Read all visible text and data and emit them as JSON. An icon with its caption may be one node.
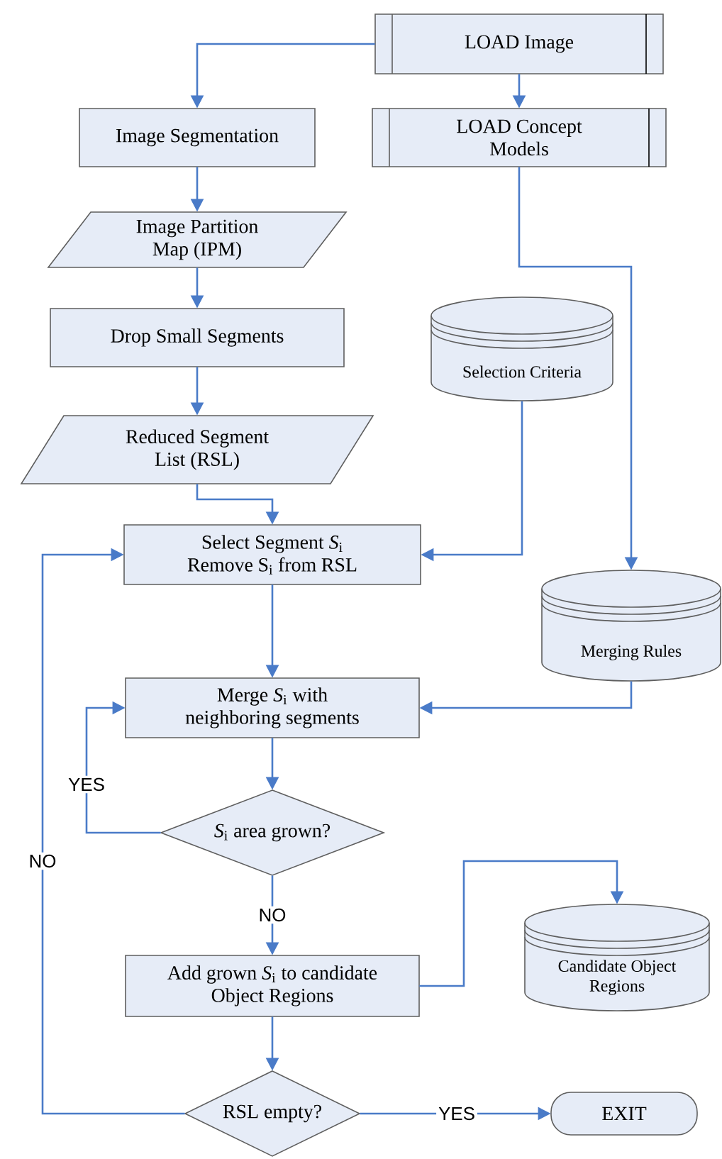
{
  "diagram": {
    "nodes": [
      {
        "text": [
          "LOAD Image"
        ]
      },
      {
        "text": [
          "Image Segmentation"
        ]
      },
      {
        "text": [
          "LOAD Concept Models"
        ]
      },
      {
        "text": [
          "Image Partition Map (IPM)"
        ]
      },
      {
        "text": [
          "Drop Small Segments"
        ]
      },
      {
        "text": [
          "Selection Criteria"
        ]
      },
      {
        "text": [
          "Reduced Segment List (RSL)"
        ]
      },
      {
        "text": [
          "Select Segment *S*$_{i}$ Remove S$_{i}$ from RSL"
        ]
      },
      {
        "text": [
          "Merging Rules"
        ]
      },
      {
        "text": [
          "Merge *S*$_{i}$ with neighboring segments"
        ]
      },
      {
        "text": [
          "*S*$_{i}$ area grown?"
        ]
      },
      {
        "text": [
          "Add grown *S*$_{i}$ to candidate Object Regions"
        ]
      },
      {
        "text": [
          "Candidate Object Regions"
        ]
      },
      {
        "text": [
          "RSL empty?"
        ]
      },
      {
        "text": [
          "EXIT"
        ]
      }
    ],
    "edges": [
      {
        "from": 0,
        "to": 1,
        "arrow": "to"
      },
      {
        "from": 0,
        "to": 2,
        "arrow": "to"
      },
      {
        "from": 1,
        "to": 3,
        "arrow": "to"
      },
      {
        "from": 3,
        "to": 4,
        "arrow": "to"
      },
      {
        "from": 4,
        "to": 6,
        "arrow": "to"
      },
      {
        "from": 6,
        "to": 7,
        "arrow": "to"
      },
      {
        "from": 5,
        "to": 7,
        "arrow": "to"
      },
      {
        "from": 2,
        "to": 8,
        "arrow": "to"
      },
      {
        "from": 7,
        "to": 9,
        "arrow": "to"
      },
      {
        "from": 8,
        "to": 9,
        "arrow": "to"
      },
      {
        "from": 9,
        "to": 10,
        "arrow": "to"
      },
      {
        "from": 10,
        "to": 9,
        "arrow": "to",
        "label": "YES"
      },
      {
        "from": 10,
        "to": 11,
        "arrow": "to",
        "label": "NO"
      },
      {
        "from": 11,
        "to": 12,
        "arrow": "to"
      },
      {
        "from": 11,
        "to": 13,
        "arrow": "to"
      },
      {
        "from": 13,
        "to": 7,
        "arrow": "to",
        "label": "NO"
      },
      {
        "from": 13,
        "to": 14,
        "arrow": "to",
        "label": "YES"
      }
    ]
  }
}
